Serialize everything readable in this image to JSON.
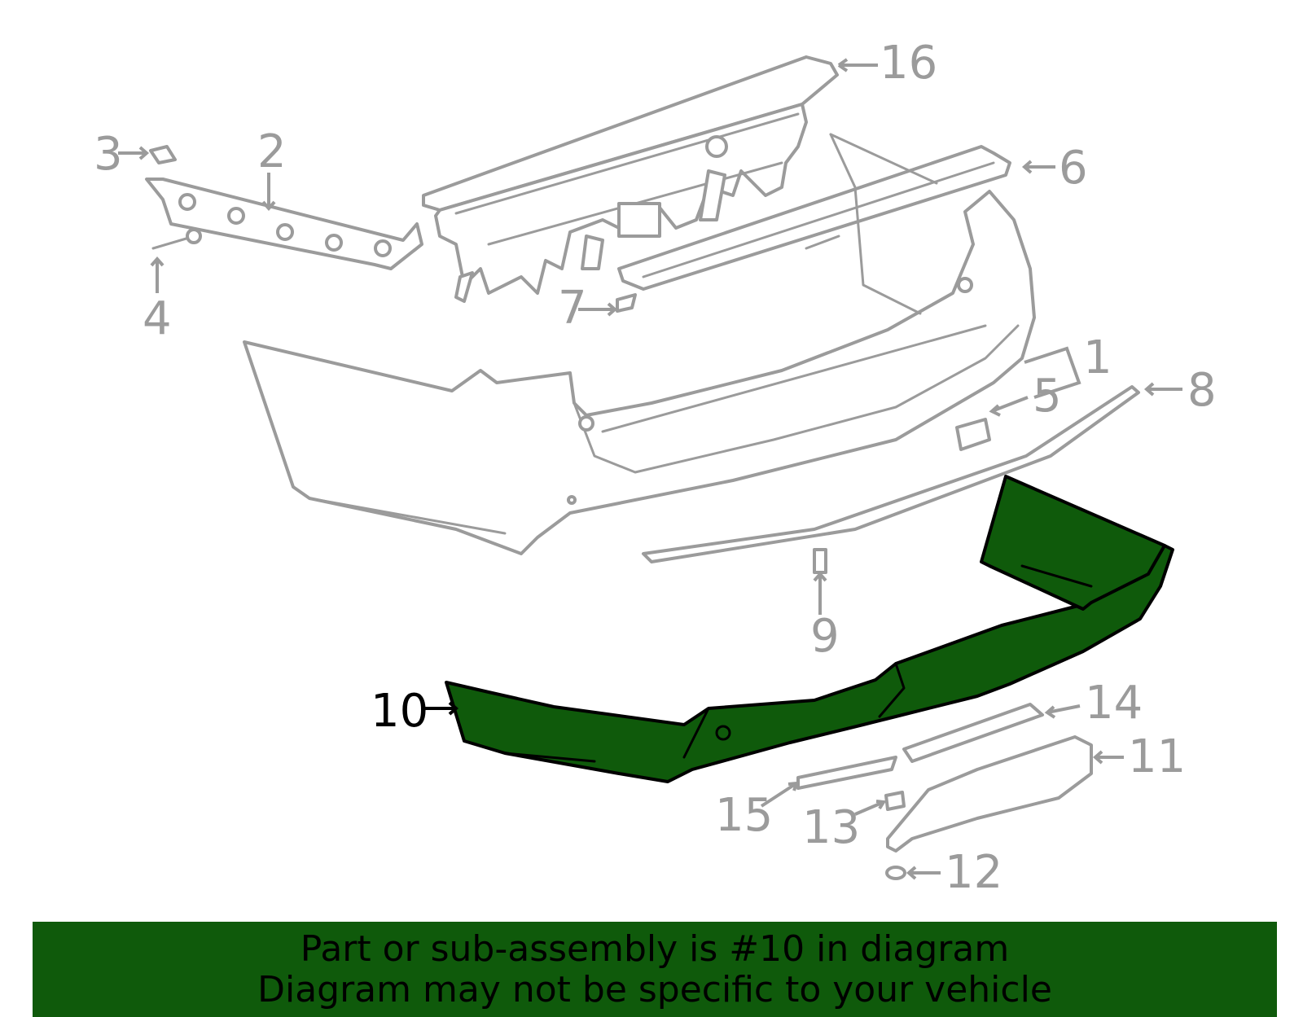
{
  "diagram": {
    "highlighted_part": "10",
    "highlight_color": "#0f5a0b",
    "outline_color": "#9b9b9b",
    "callouts": [
      {
        "id": "c1",
        "label": "1"
      },
      {
        "id": "c2",
        "label": "2"
      },
      {
        "id": "c3",
        "label": "3"
      },
      {
        "id": "c4",
        "label": "4"
      },
      {
        "id": "c5",
        "label": "5"
      },
      {
        "id": "c6",
        "label": "6"
      },
      {
        "id": "c7",
        "label": "7"
      },
      {
        "id": "c8",
        "label": "8"
      },
      {
        "id": "c9",
        "label": "9"
      },
      {
        "id": "c10",
        "label": "10"
      },
      {
        "id": "c11",
        "label": "11"
      },
      {
        "id": "c12",
        "label": "12"
      },
      {
        "id": "c13",
        "label": "13"
      },
      {
        "id": "c14",
        "label": "14"
      },
      {
        "id": "c15",
        "label": "15"
      },
      {
        "id": "c16",
        "label": "16"
      }
    ]
  },
  "banner": {
    "line1": "Part or sub-assembly is #10 in diagram",
    "line2": "Diagram may not be specific to your vehicle",
    "background": "#0f5a0b"
  }
}
